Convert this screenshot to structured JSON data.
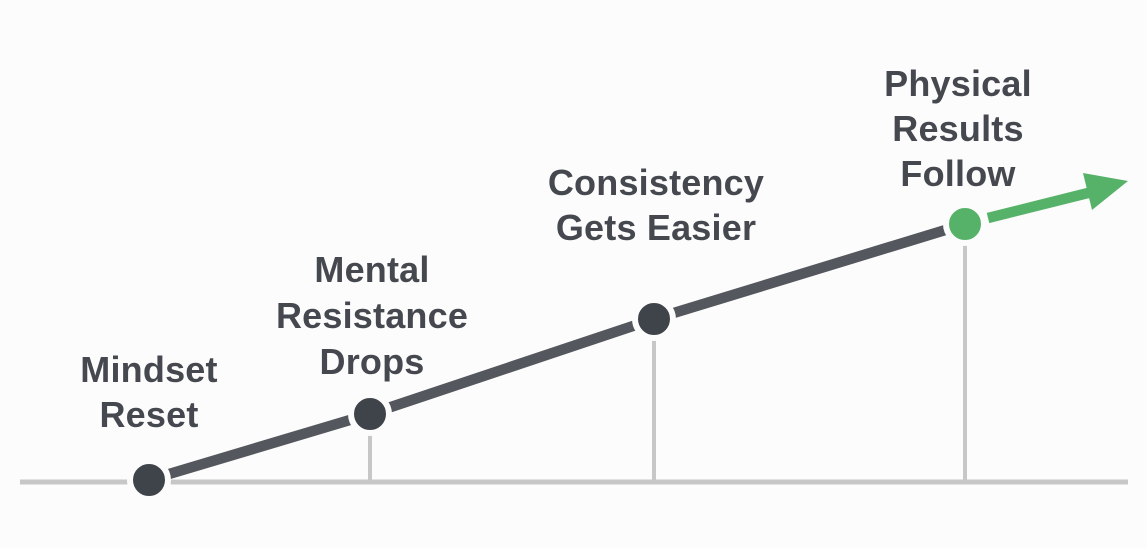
{
  "diagram": {
    "description": "Upward progress line with four milestones ending in a green growth arrow"
  },
  "colors": {
    "bg": "#fcfcfc",
    "line": "#54575d",
    "dot": "#3f434a",
    "green": "#57b269",
    "muted": "#c7c7c7",
    "text": "#45484e"
  },
  "milestones": [
    {
      "id": "mindset-reset",
      "label": "Mindset\nReset"
    },
    {
      "id": "mental-resistance-drops",
      "label": "Mental\nResistance\nDrops"
    },
    {
      "id": "consistency-gets-easier",
      "label": "Consistency\nGets Easier"
    },
    {
      "id": "physical-results-follow",
      "label": "Physical\nResults Follow"
    }
  ]
}
